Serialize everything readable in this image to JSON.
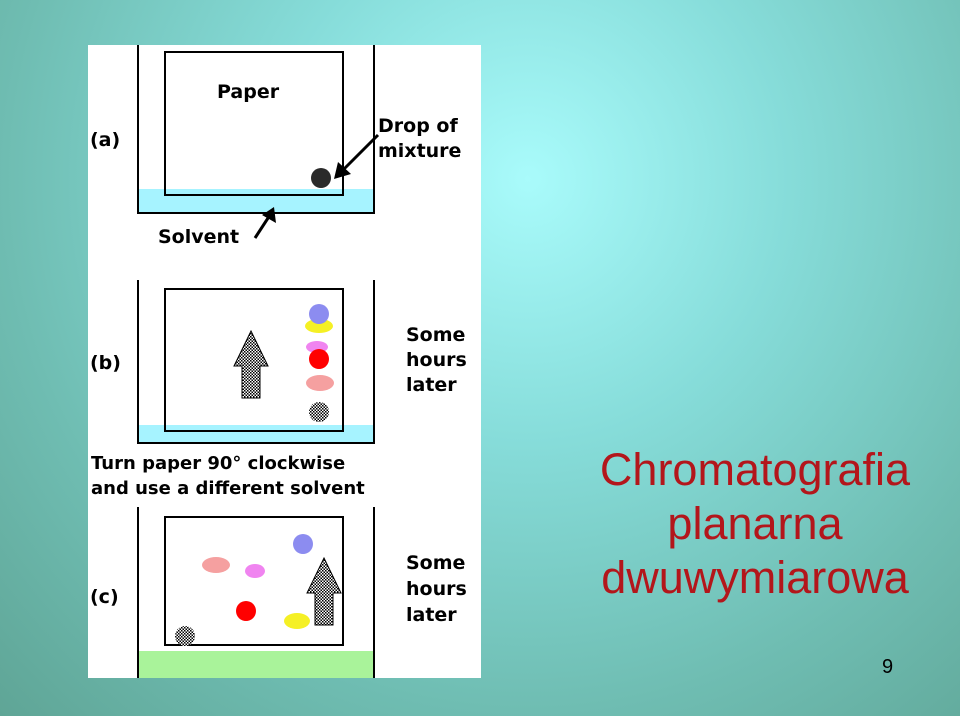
{
  "slide": {
    "title_lines": [
      "Chromatografia",
      "planarna",
      "dwuwymiarowa"
    ],
    "page_number": "9"
  },
  "figure": {
    "panel_a": {
      "label": "(a)",
      "paper_label": "Paper",
      "drop_label_line1": "Drop of",
      "drop_label_line2": "mixture",
      "solvent_label": "Solvent"
    },
    "panel_b": {
      "label": "(b)",
      "time_line1": "Some",
      "time_line2": "hours",
      "time_line3": "later"
    },
    "instruction_line1": "Turn paper 90° clockwise",
    "instruction_line2": "and use a different solvent",
    "panel_c": {
      "label": "(c)",
      "time_line1": "Some",
      "time_line2": "hours",
      "time_line3": "later"
    }
  },
  "colors": {
    "title": "#b3161b",
    "solvent_1": "#a6f3ff",
    "solvent_2": "#a9f39a",
    "spot_blue": "#8c8cf0",
    "spot_yellow": "#f5f025",
    "spot_pink": "#f084f0",
    "spot_red": "#ff0000",
    "spot_salmon": "#f5a0a0",
    "spot_grey": "#555555"
  }
}
